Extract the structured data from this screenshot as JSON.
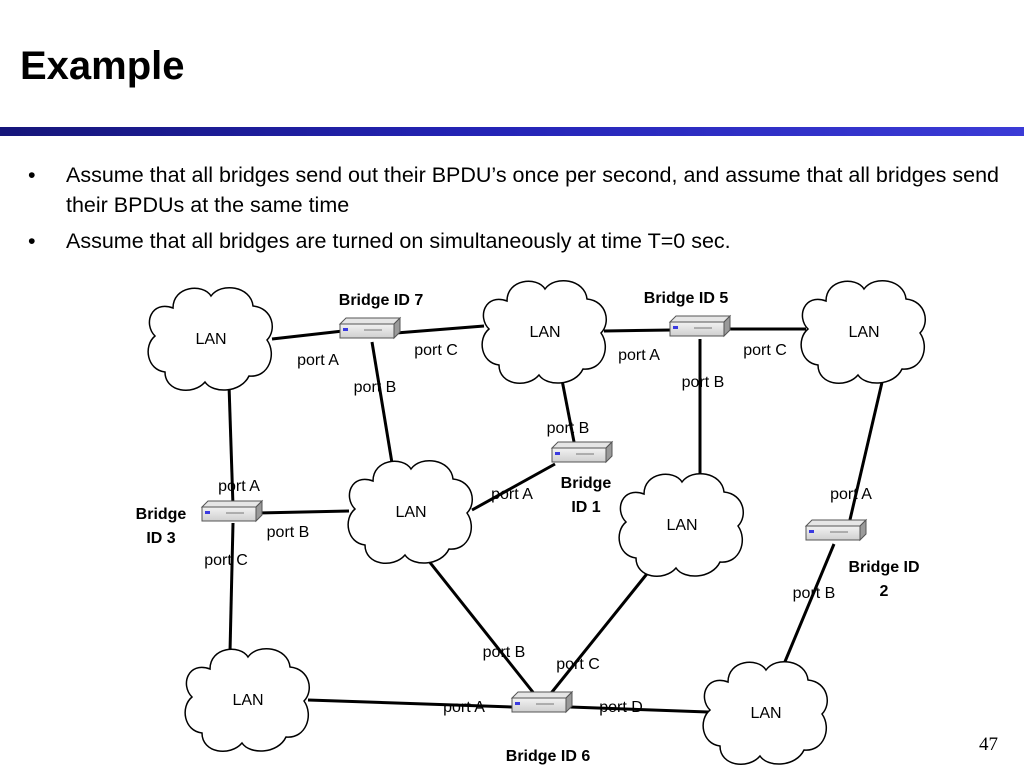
{
  "title": "Example",
  "bullets": [
    "Assume that all bridges send out their BPDU’s once per second, and assume that all bridges send their BPDUs at the same time",
    "Assume that all bridges are turned on simultaneously at time T=0 sec."
  ],
  "page_number": "47",
  "lan_label": "LAN",
  "bridges": {
    "b7": {
      "line1": "Bridge ID 7",
      "port_a": "port A",
      "port_b": "port B",
      "port_c": "port C"
    },
    "b5": {
      "line1": "Bridge ID 5",
      "port_a": "port A",
      "port_b": "port B",
      "port_c": "port C"
    },
    "b1": {
      "line1": "Bridge",
      "line2": "ID 1",
      "port_a": "port A",
      "port_b": "port B"
    },
    "b3": {
      "line1": "Bridge",
      "line2": "ID 3",
      "port_a": "port A",
      "port_b": "port B",
      "port_c": "port C"
    },
    "b2": {
      "line1": "Bridge ID",
      "line2": "2",
      "port_a": "port A",
      "port_b": "port B"
    },
    "b6": {
      "line1": "Bridge ID 6",
      "port_a": "port A",
      "port_b": "port B",
      "port_c": "port C",
      "port_d": "port D"
    }
  }
}
